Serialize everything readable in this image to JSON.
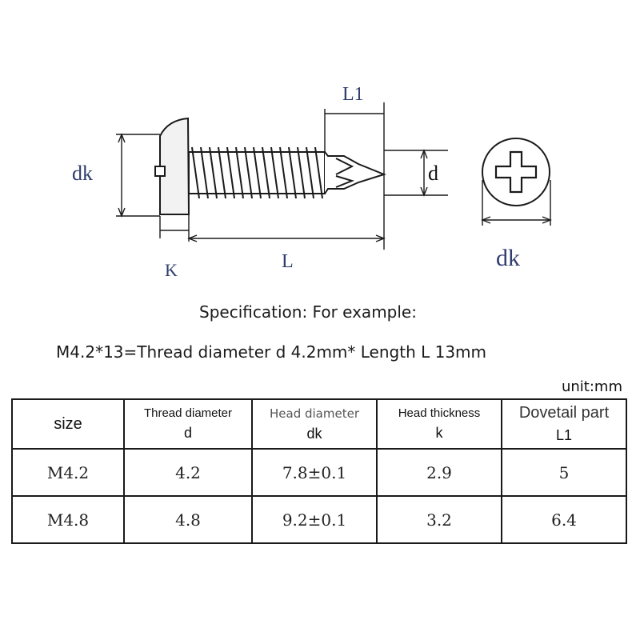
{
  "diagram": {
    "labels": {
      "dk_left": "dk",
      "l1": "L1",
      "d": "d",
      "k": "K",
      "l": "L",
      "dk_right": "dk"
    },
    "line_color": "#1a1a1a",
    "label_color": "#2f3c6e"
  },
  "spec": {
    "title": "Specification: For example:",
    "example": "M4.2*13=Thread diameter d 4.2mm* Length L 13mm",
    "unit": "unit:mm"
  },
  "table": {
    "size_header": "size",
    "columns": [
      {
        "name": "Thread diameter",
        "symbol": "d"
      },
      {
        "name": "Head diameter",
        "symbol": "dk"
      },
      {
        "name": "Head thickness",
        "symbol": "k"
      },
      {
        "name": "Dovetail part",
        "symbol": "L1"
      }
    ],
    "rows": [
      {
        "size": "M4.2",
        "d": "4.2",
        "dk": "7.8±0.1",
        "k": "2.9",
        "l1": "5"
      },
      {
        "size": "M4.8",
        "d": "4.8",
        "dk": "9.2±0.1",
        "k": "3.2",
        "l1": "6.4"
      }
    ]
  }
}
